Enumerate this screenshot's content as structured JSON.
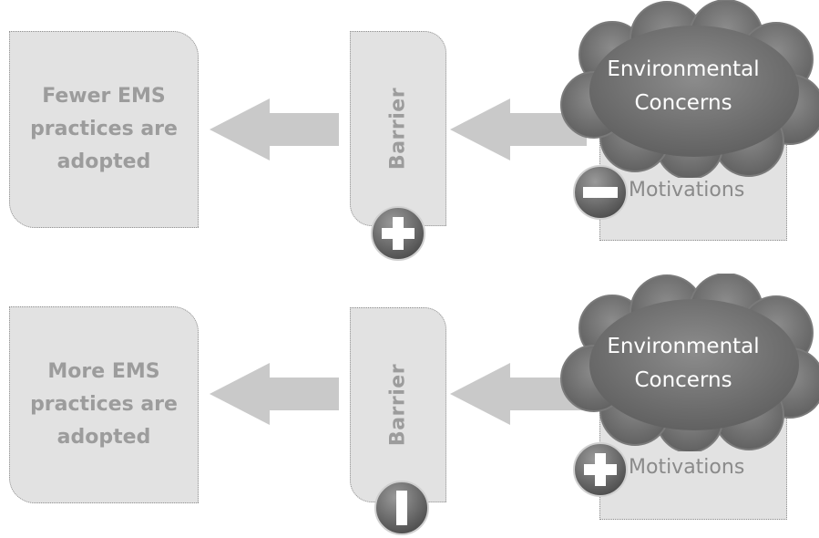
{
  "rows": [
    {
      "outcome_text": "Fewer EMS\npractices are\nadopted",
      "barrier_label": "Barrier",
      "barrier_sign": "plus",
      "cloud_text": "Environmental\nConcerns",
      "motivations_label": "Motivations",
      "motivations_sign": "minus"
    },
    {
      "outcome_text": "More EMS\npractices are\nadopted",
      "barrier_label": "Barrier",
      "barrier_sign": "minus",
      "cloud_text": "Environmental\nConcerns",
      "motivations_label": "Motivations",
      "motivations_sign": "plus"
    }
  ]
}
